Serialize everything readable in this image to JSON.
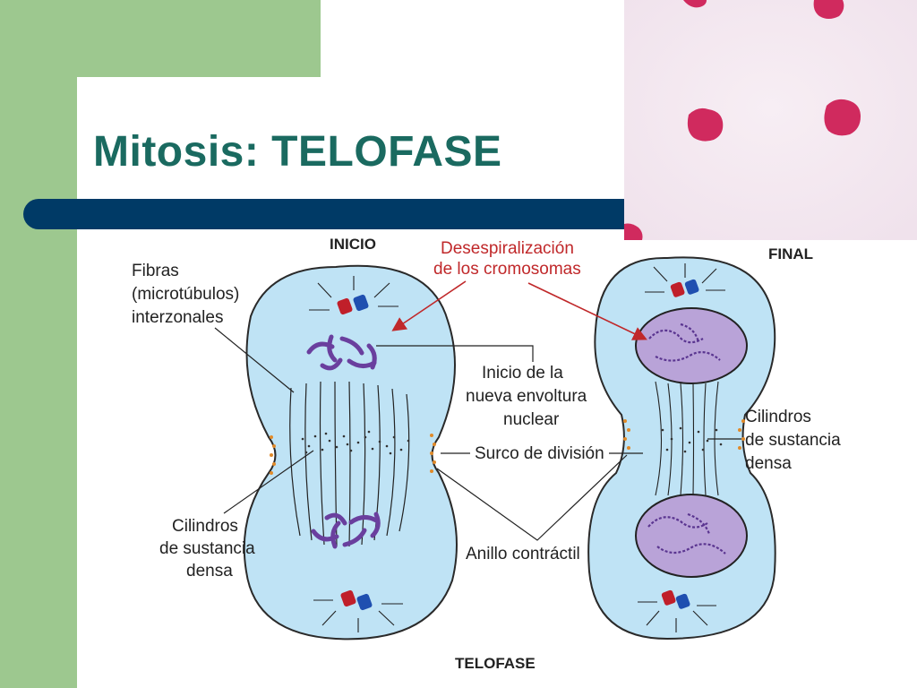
{
  "slide": {
    "title": "Mitosis: TELOFASE"
  },
  "diagram": {
    "heading_start": "INICIO",
    "heading_end": "FINAL",
    "caption": "TELOFASE",
    "highlight_label_line1": "Desespiralización",
    "highlight_label_line2": "de los cromosomas",
    "label_fibras_1": "Fibras",
    "label_fibras_2": "(microtúbulos)",
    "label_fibras_3": "interzonales",
    "label_envoltura_1": "Inicio de la",
    "label_envoltura_2": "nueva envoltura",
    "label_envoltura_3": "nuclear",
    "label_surco": "Surco de división",
    "label_cilindros_left_1": "Cilindros",
    "label_cilindros_left_2": "de sustancia",
    "label_cilindros_left_3": "densa",
    "label_cilindros_right_1": "Cilindros",
    "label_cilindros_right_2": "de sustancia",
    "label_cilindros_right_3": "densa",
    "label_anillo": "Anillo contráctil"
  },
  "colors": {
    "green_band": "#9dc88f",
    "title": "#1a6a60",
    "title_bar": "#003a66",
    "cell_fill": "#bfe3f5",
    "chromosome": "#6a3f9e",
    "arrow": "#c0282a"
  }
}
